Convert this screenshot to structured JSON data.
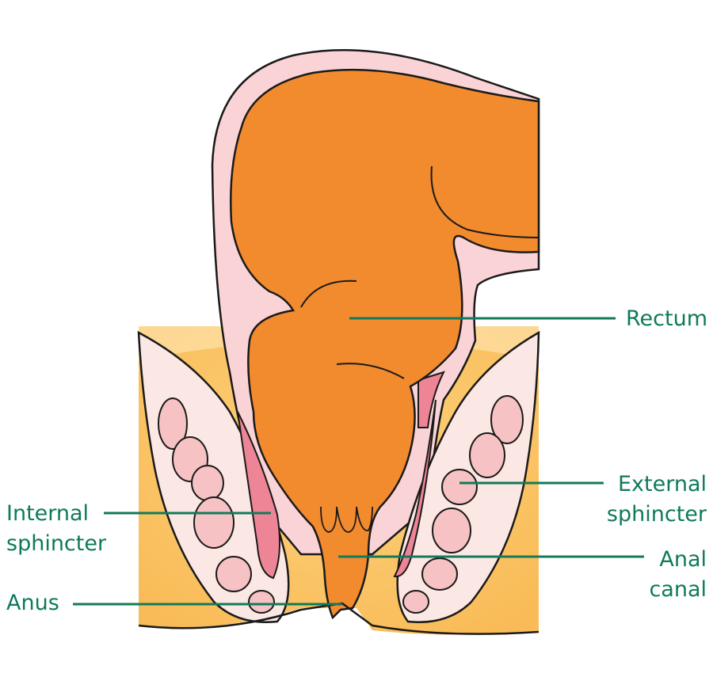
{
  "colors": {
    "label": "#0e7a5c",
    "leader": "#127a5a",
    "rectum": "#f28a2e",
    "wall": "#f8c8cd",
    "muscle": "#ee8596",
    "fat": "#fbc05e",
    "outline": "#1a1a1a"
  },
  "labels": {
    "rectum": "Rectum",
    "external_sphincter": "External\nsphincter",
    "anal_canal": "Anal\ncanal",
    "internal_sphincter": "Internal\nsphincter",
    "anus": "Anus"
  }
}
